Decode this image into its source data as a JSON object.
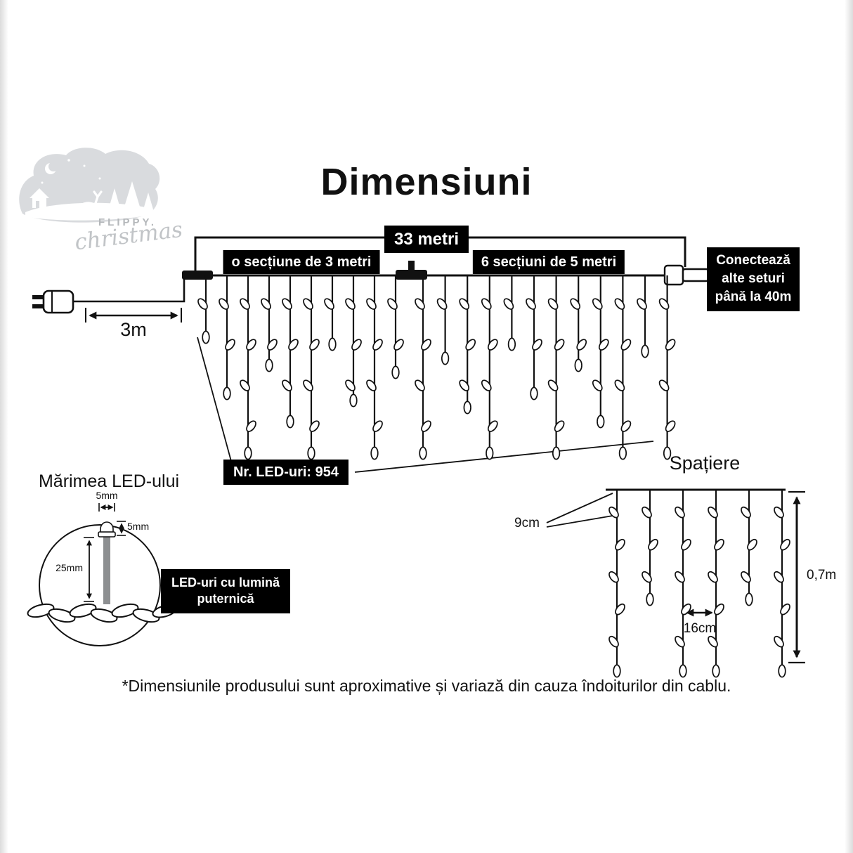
{
  "page": {
    "title": "Dimensiuni",
    "footnote": "*Dimensiunile produsului sunt aproximative și variază din cauza îndoiturilor din cablu."
  },
  "logo": {
    "brand_top": "FLIPPY.",
    "brand_script": "christmas"
  },
  "colors": {
    "ink": "#111111",
    "label_bg": "#000000",
    "label_text": "#ffffff",
    "logo_gray": "#d9dbde",
    "led_body_gray": "#8d8f91"
  },
  "main_diagram": {
    "total_length": "33 metri",
    "section_3m": "o secțiune de 3 metri",
    "section_5m": "6 secțiuni de 5 metri",
    "connect_note": "Conectează\nalte seturi\npână la 40m",
    "lead_length": "3m",
    "led_count": "Nr. LED-uri: 954"
  },
  "led_size": {
    "title": "Mărimea LED-ului",
    "bulb_width": "5mm",
    "bulb_height": "5mm",
    "bulb_length": "25mm",
    "callout": "LED-uri cu lumină\nputernică"
  },
  "spacing": {
    "title": "Spațiere",
    "led_gap": "9cm",
    "strand_gap": "16cm",
    "drop_height": "0,7m"
  }
}
